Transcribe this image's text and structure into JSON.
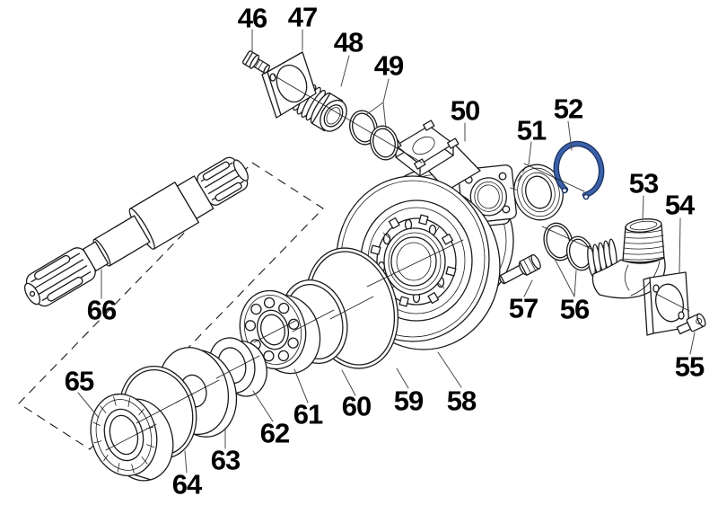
{
  "diagram": {
    "type": "exploded-parts-diagram",
    "subject": "pump bearing housing assembly",
    "background": "#ffffff"
  },
  "colors": {
    "line": "#1a1a1a",
    "highlight": "#3b5fa8",
    "highlight_dark": "#1d3866",
    "background": "#ffffff"
  },
  "highlighted_part": "52",
  "parts": [
    {
      "id": "46",
      "label": "46",
      "name": "hex-bolt"
    },
    {
      "id": "47",
      "label": "47",
      "name": "seal-cover-plate"
    },
    {
      "id": "48",
      "label": "48",
      "name": "seal-housing-plug"
    },
    {
      "id": "49",
      "label": "49",
      "name": "o-ring-pair"
    },
    {
      "id": "50",
      "label": "50",
      "name": "bearing-housing"
    },
    {
      "id": "51",
      "label": "51",
      "name": "oil-seal"
    },
    {
      "id": "52",
      "label": "52",
      "name": "retaining-ring-highlighted"
    },
    {
      "id": "53",
      "label": "53",
      "name": "elbow-hose-fitting"
    },
    {
      "id": "54",
      "label": "54",
      "name": "elbow-flange-plate"
    },
    {
      "id": "55",
      "label": "55",
      "name": "socket-head-bolt"
    },
    {
      "id": "56",
      "label": "56",
      "name": "o-ring-pair"
    },
    {
      "id": "57",
      "label": "57",
      "name": "hex-bolt"
    },
    {
      "id": "58",
      "label": "58",
      "name": "bearing-support-cover"
    },
    {
      "id": "59",
      "label": "59",
      "name": "large-gasket-ring"
    },
    {
      "id": "60",
      "label": "60",
      "name": "retaining-ring"
    },
    {
      "id": "61",
      "label": "61",
      "name": "ball-bearing"
    },
    {
      "id": "62",
      "label": "62",
      "name": "spacer-ring"
    },
    {
      "id": "63",
      "label": "63",
      "name": "shim-washer"
    },
    {
      "id": "64",
      "label": "64",
      "name": "circlip-ring"
    },
    {
      "id": "65",
      "label": "65",
      "name": "tapered-roller-bearing"
    },
    {
      "id": "66",
      "label": "66",
      "name": "pto-splined-shaft"
    }
  ]
}
